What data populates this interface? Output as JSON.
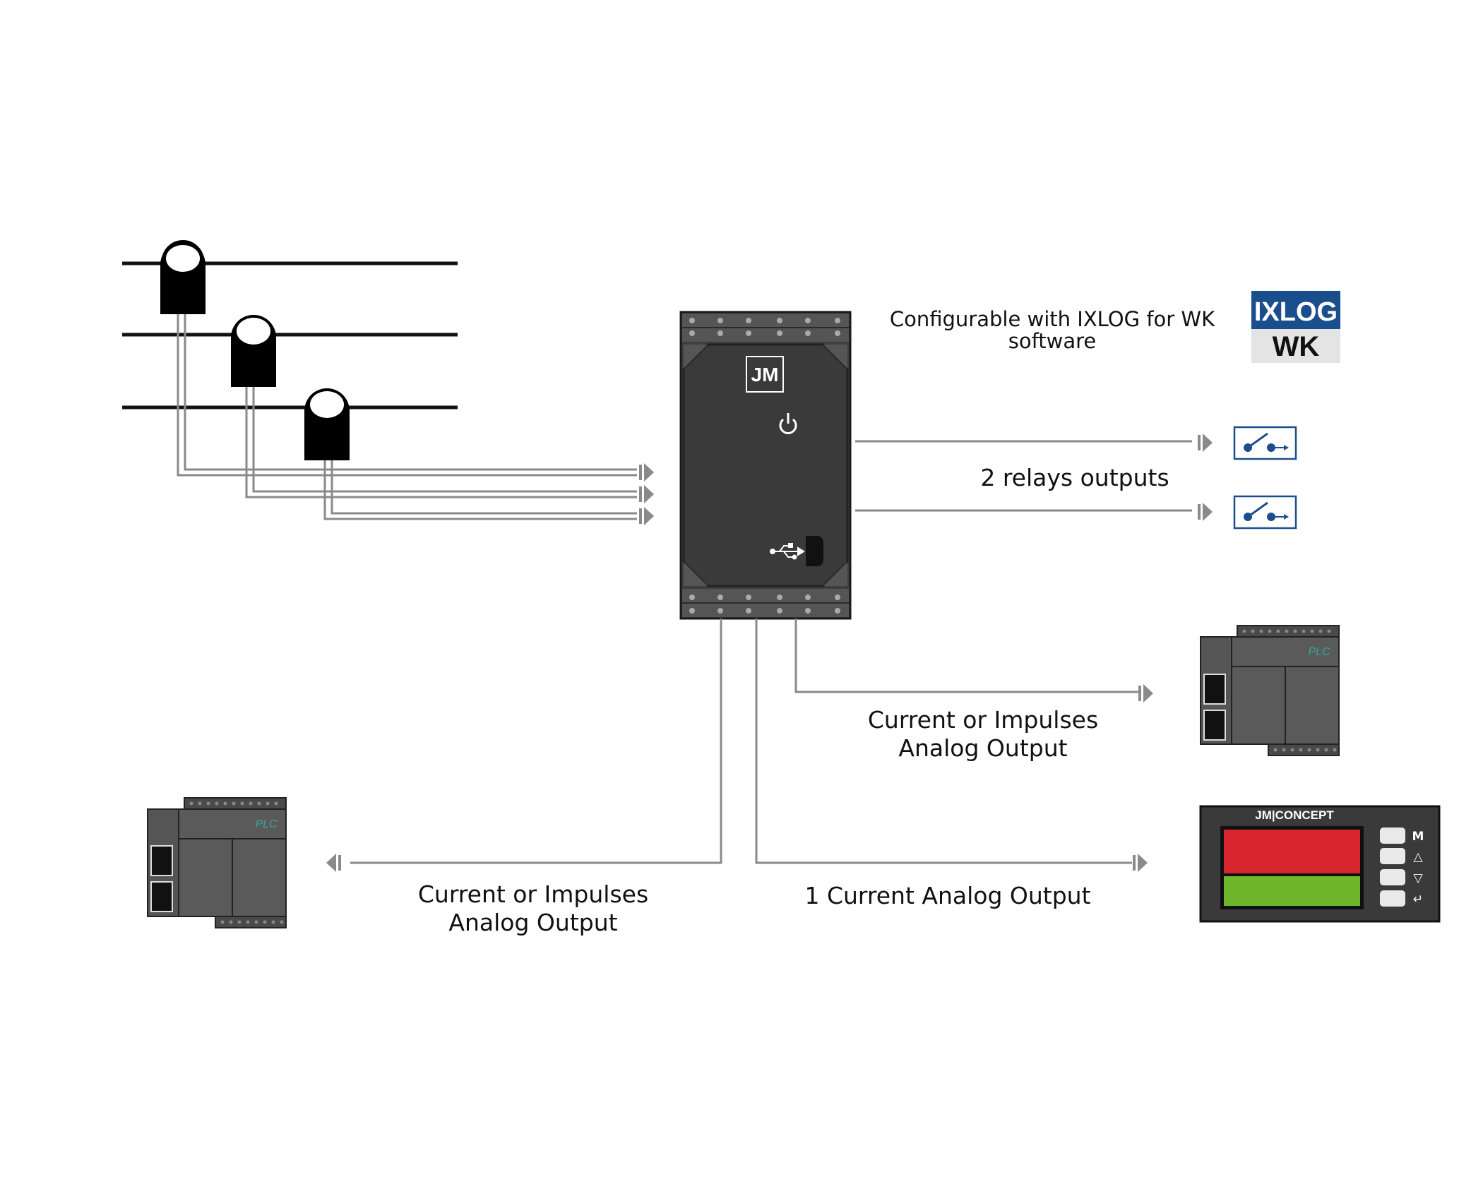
{
  "labels": {
    "config_line1": "Configurable with IXLOG for WK",
    "config_line2": "software",
    "relays": "2 relays outputs",
    "out_right_line1": "Current or Impulses",
    "out_right_line2": "Analog Output",
    "out_left_line1": "Current or Impulses",
    "out_left_line2": "Analog Output",
    "out_display": "1 Current Analog Output"
  },
  "logo": {
    "top": "IXLOG",
    "bottom": "WK",
    "top_color": "#1b4e8c",
    "bottom_bg": "#e4e4e4"
  },
  "device": {
    "brand": "JM"
  },
  "plc": {
    "label": "PLC"
  },
  "display": {
    "brand": "JM|CONCEPT",
    "keys": [
      "M",
      "△",
      "▽",
      "↵"
    ],
    "top_color": "#d9262e",
    "bottom_color": "#6fb52c"
  },
  "colors": {
    "wire": "#7a7a7a",
    "device": "#3e3e3e",
    "relay": "#1b4e8c"
  }
}
